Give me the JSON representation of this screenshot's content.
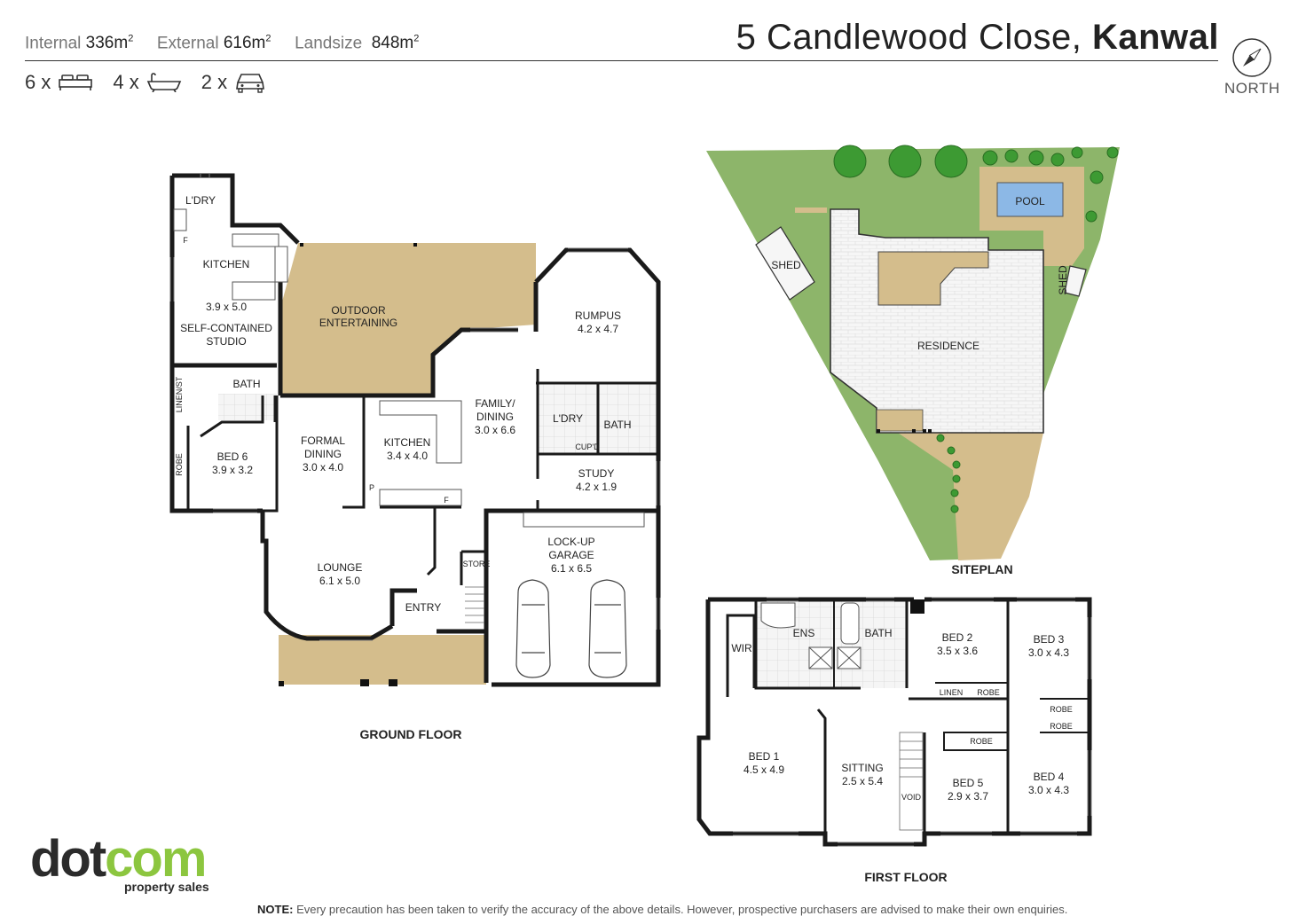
{
  "header": {
    "internal_label": "Internal",
    "internal_value": "336m",
    "external_label": "External",
    "external_value": "616m",
    "landsize_label": "Landsize",
    "landsize_value": "848m",
    "area_sup": "2",
    "address_street": "5 Candlewood Close,",
    "address_suburb": "Kanwal",
    "north_label": "NORTH"
  },
  "counts": {
    "beds": "6 x",
    "baths": "4 x",
    "cars": "2 x"
  },
  "ground_floor": {
    "title": "GROUND FLOOR",
    "rooms": {
      "ldry": "L'DRY",
      "f1": "F",
      "kitchen_studio": "KITCHEN",
      "kitchen_studio_dim": "3.9 x 5.0",
      "studio1": "SELF-CONTAINED",
      "studio2": "STUDIO",
      "outdoor1": "OUTDOOR",
      "outdoor2": "ENTERTAINING",
      "rumpus": "RUMPUS",
      "rumpus_dim": "4.2 x 4.7",
      "bath_studio": "BATH",
      "linen": "LINEN/ST",
      "family1": "FAMILY/",
      "family2": "DINING",
      "family_dim": "3.0 x 6.6",
      "ldry2": "L'DRY",
      "bath2": "BATH",
      "cupd": "CUP'D",
      "formal1": "FORMAL",
      "formal2": "DINING",
      "formal_dim": "3.0 x 4.0",
      "kitchen": "KITCHEN",
      "kitchen_dim": "3.4 x 4.0",
      "bed6": "BED 6",
      "bed6_dim": "3.9 x 3.2",
      "robe": "ROBE",
      "study": "STUDY",
      "study_dim": "4.2 x 1.9",
      "p": "P",
      "f2": "F",
      "garage1": "LOCK-UP",
      "garage2": "GARAGE",
      "garage_dim": "6.1 x 6.5",
      "store": "STORE",
      "lounge": "LOUNGE",
      "lounge_dim": "6.1 x 5.0",
      "entry": "ENTRY"
    }
  },
  "siteplan": {
    "title": "SITEPLAN",
    "pool": "POOL",
    "shed1": "SHED",
    "shed2": "SHED",
    "residence": "RESIDENCE"
  },
  "first_floor": {
    "title": "FIRST FLOOR",
    "rooms": {
      "wir": "WIR",
      "ens": "ENS",
      "bath": "BATH",
      "bed2": "BED 2",
      "bed2_dim": "3.5 x 3.6",
      "bed3": "BED 3",
      "bed3_dim": "3.0 x 4.3",
      "linen": "LINEN",
      "robe1": "ROBE",
      "robe2": "ROBE",
      "robe3": "ROBE",
      "robe4": "ROBE",
      "bed1": "BED 1",
      "bed1_dim": "4.5 x 4.9",
      "sitting": "SITTING",
      "sitting_dim": "2.5 x 5.4",
      "bed5": "BED 5",
      "bed5_dim": "2.9 x 3.7",
      "bed4": "BED 4",
      "bed4_dim": "3.0 x 4.3",
      "void": "VOID"
    }
  },
  "logo": {
    "part1": "dot",
    "part2": "com",
    "sub": "property sales"
  },
  "note": {
    "label": "NOTE:",
    "text": "Every precaution has been taken to verify the accuracy of the above details. However, prospective purchasers are advised to make their own enquiries."
  },
  "colors": {
    "lawn": "#8db56a",
    "deck": "#d4bd8c",
    "pool": "#8cb8e6",
    "wall": "#1a1a1a",
    "brand_green": "#8cc63f"
  }
}
